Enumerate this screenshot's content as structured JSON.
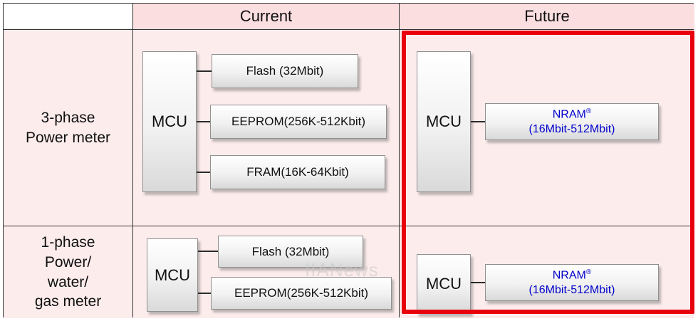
{
  "colors": {
    "cell_pink": "#fdecec",
    "header_pink": "#fbdee0",
    "highlight_red": "#e8000d",
    "nram_blue": "#0000cc"
  },
  "header": {
    "current": "Current",
    "future": "Future"
  },
  "rows": [
    {
      "label_lines": [
        "3-phase",
        "Power meter"
      ],
      "current": {
        "mcu": "MCU",
        "memories": [
          "Flash (32Mbit)",
          "EEPROM(256K-512Kbit)",
          "FRAM(16K-64Kbit)"
        ]
      },
      "future": {
        "mcu": "MCU",
        "nram": {
          "name": "NRAM",
          "reg": "®",
          "size": "(16Mbit-512Mbit)"
        }
      }
    },
    {
      "label_lines": [
        "1-phase",
        "Power/",
        "water/",
        "gas meter"
      ],
      "current": {
        "mcu": "MCU",
        "memories": [
          "Flash (32Mbit)",
          "EEPROM(256K-512Kbit)"
        ]
      },
      "future": {
        "mcu": "MCU",
        "nram": {
          "name": "NRAM",
          "reg": "®",
          "size": "(16Mbit-512Mbit)"
        }
      }
    }
  ],
  "watermark": "IIANews"
}
